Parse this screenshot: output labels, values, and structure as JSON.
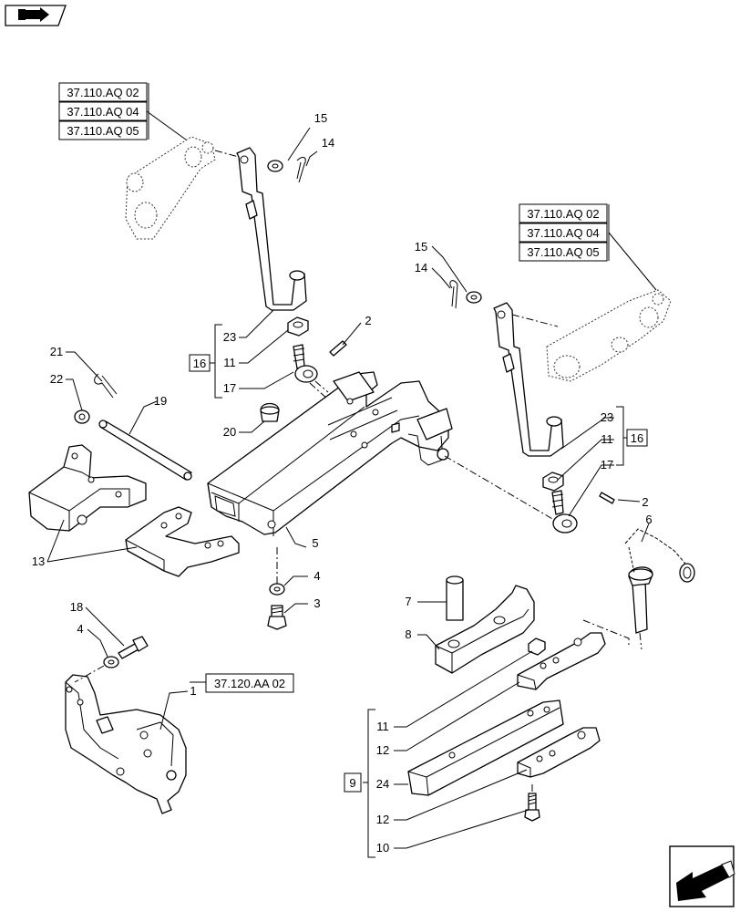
{
  "nav": {
    "prev_icon": "arrow-back-book-icon",
    "next_icon": "arrow-next-page-icon"
  },
  "references": {
    "left_a": "37.110.AQ 02",
    "left_b": "37.110.AQ 04",
    "left_c": "37.110.AQ 05",
    "right_a": "37.110.AQ 02",
    "right_b": "37.110.AQ 04",
    "right_c": "37.110.AQ 05",
    "bracket_ref": "37.120.AA 02"
  },
  "groups": {
    "left_link": "16",
    "right_link": "16",
    "drawbar": "9"
  },
  "callouts": {
    "c15_left": "15",
    "c14_left": "14",
    "c15_right": "15",
    "c14_right": "14",
    "c23_left": "23",
    "c11_left": "11",
    "c17_left": "17",
    "c2_left": "2",
    "c23_right": "23",
    "c11_right": "11",
    "c17_right": "17",
    "c2_right": "2",
    "c21": "21",
    "c22": "22",
    "c19": "19",
    "c20": "20",
    "c13": "13",
    "c5": "5",
    "c4_mid": "4",
    "c3": "3",
    "c6": "6",
    "c7": "7",
    "c8": "8",
    "c18": "18",
    "c4_low": "4",
    "c1": "1",
    "c11_bar": "11",
    "c12_top": "12",
    "c24": "24",
    "c12_bot": "12",
    "c10": "10"
  }
}
